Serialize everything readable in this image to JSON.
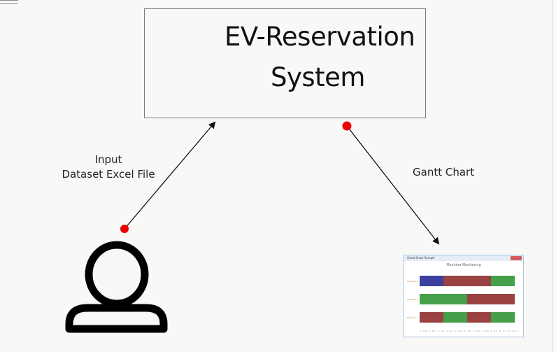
{
  "system": {
    "title_line_1": "EV-Reservation",
    "title_line_2": "System"
  },
  "edges": {
    "input_label_line_1": "Input",
    "input_label_line_2": "Dataset Excel File",
    "output_label": "Gantt Chart"
  },
  "nodes": {
    "user_icon": "user-icon",
    "gantt_icon": "gantt-chart-thumbnail"
  },
  "gantt_thumbnail": {
    "window_title": "Gantt Chart Sample",
    "chart_title": "Machine Monitoring",
    "rows": [
      {
        "label": "Machine 3",
        "segments": [
          {
            "start": 0,
            "end": 0.25,
            "status": "blue"
          },
          {
            "start": 0.25,
            "end": 0.75,
            "status": "red"
          },
          {
            "start": 0.75,
            "end": 1,
            "status": "green"
          }
        ]
      },
      {
        "label": "Machine 2",
        "segments": [
          {
            "start": 0,
            "end": 0.5,
            "status": "green"
          },
          {
            "start": 0.5,
            "end": 1,
            "status": "red"
          }
        ]
      },
      {
        "label": "Machine 1",
        "segments": [
          {
            "start": 0,
            "end": 0.25,
            "status": "red"
          },
          {
            "start": 0.25,
            "end": 0.5,
            "status": "green"
          },
          {
            "start": 0.5,
            "end": 0.75,
            "status": "red"
          },
          {
            "start": 0.75,
            "end": 1,
            "status": "green"
          }
        ]
      }
    ],
    "axis_ticks": "0:00 0:30 1:00 1:30 2:00 2:30 3:00 3:30 4:00 4:30 5:00 5:30 6:00"
  },
  "colors": {
    "connector_dot": "#ee0000",
    "arrow": "#111111",
    "gantt_blue": "#3b3f9e",
    "gantt_red": "#9a4141",
    "gantt_green": "#45a04a"
  }
}
